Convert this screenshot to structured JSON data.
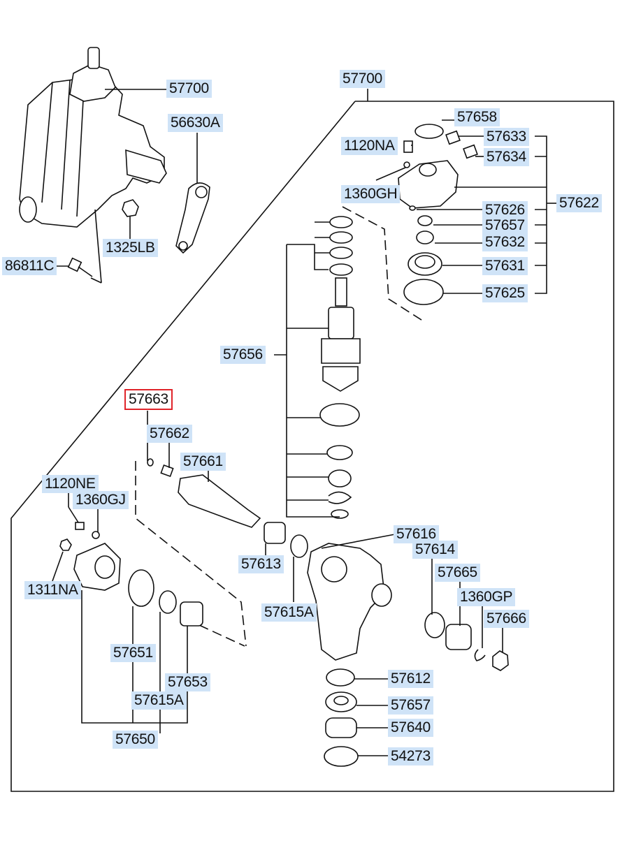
{
  "diagram": {
    "selected_label": "57663",
    "labels": [
      {
        "id": "57700-a",
        "text": "57700"
      },
      {
        "id": "57700-b",
        "text": "57700"
      },
      {
        "id": "56630A",
        "text": "56630A"
      },
      {
        "id": "1325LB",
        "text": "1325LB"
      },
      {
        "id": "86811C",
        "text": "86811C"
      },
      {
        "id": "57658",
        "text": "57658"
      },
      {
        "id": "1120NA",
        "text": "1120NA"
      },
      {
        "id": "57633",
        "text": "57633"
      },
      {
        "id": "57634",
        "text": "57634"
      },
      {
        "id": "1360GH",
        "text": "1360GH"
      },
      {
        "id": "57622",
        "text": "57622"
      },
      {
        "id": "57626",
        "text": "57626"
      },
      {
        "id": "57657-a",
        "text": "57657"
      },
      {
        "id": "57632",
        "text": "57632"
      },
      {
        "id": "57631",
        "text": "57631"
      },
      {
        "id": "57625",
        "text": "57625"
      },
      {
        "id": "57656",
        "text": "57656"
      },
      {
        "id": "57663",
        "text": "57663"
      },
      {
        "id": "57662",
        "text": "57662"
      },
      {
        "id": "57661",
        "text": "57661"
      },
      {
        "id": "1120NE",
        "text": "1120NE"
      },
      {
        "id": "1360GJ",
        "text": "1360GJ"
      },
      {
        "id": "1311NA",
        "text": "1311NA"
      },
      {
        "id": "57613",
        "text": "57613"
      },
      {
        "id": "57616",
        "text": "57616"
      },
      {
        "id": "57614",
        "text": "57614"
      },
      {
        "id": "57665",
        "text": "57665"
      },
      {
        "id": "1360GP",
        "text": "1360GP"
      },
      {
        "id": "57666",
        "text": "57666"
      },
      {
        "id": "57615A-a",
        "text": "57615A"
      },
      {
        "id": "57651",
        "text": "57651"
      },
      {
        "id": "57653",
        "text": "57653"
      },
      {
        "id": "57615A-b",
        "text": "57615A"
      },
      {
        "id": "57650",
        "text": "57650"
      },
      {
        "id": "57612",
        "text": "57612"
      },
      {
        "id": "57657-b",
        "text": "57657"
      },
      {
        "id": "57640",
        "text": "57640"
      },
      {
        "id": "54273",
        "text": "54273"
      }
    ]
  }
}
